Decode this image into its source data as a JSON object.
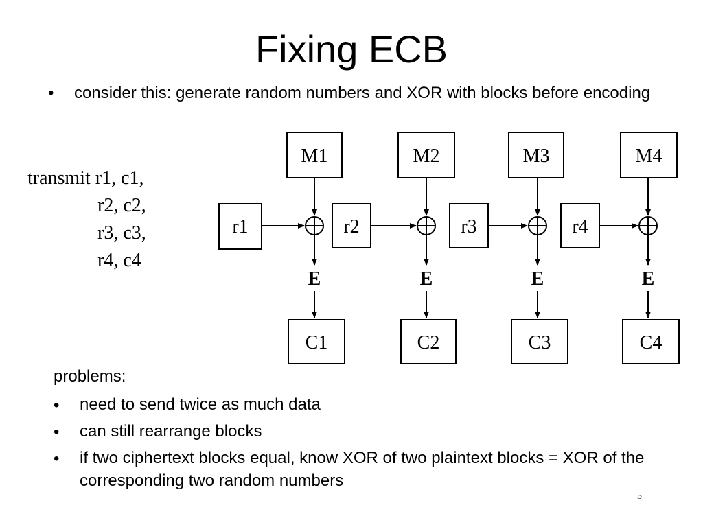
{
  "slide": {
    "title": "Fixing ECB",
    "bullet_marker": "•",
    "intro_bullet": "consider this: generate random numbers and XOR with blocks before encoding",
    "page_number": "5"
  },
  "transmit": {
    "lines": [
      "transmit r1, c1,",
      "r2, c2,",
      "r3, c3,",
      "r4, c4"
    ]
  },
  "diagram": {
    "messages": [
      "M1",
      "M2",
      "M3",
      "M4"
    ],
    "randoms": [
      "r1",
      "r2",
      "r3",
      "r4"
    ],
    "encrypt_label": "E",
    "ciphertexts": [
      "C1",
      "C2",
      "C3",
      "C4"
    ]
  },
  "problems": {
    "heading": "problems:",
    "items": [
      "need to send twice as much data",
      "can still rearrange blocks",
      "if two ciphertext blocks equal, know XOR of two plaintext blocks = XOR of the corresponding two random numbers"
    ]
  }
}
